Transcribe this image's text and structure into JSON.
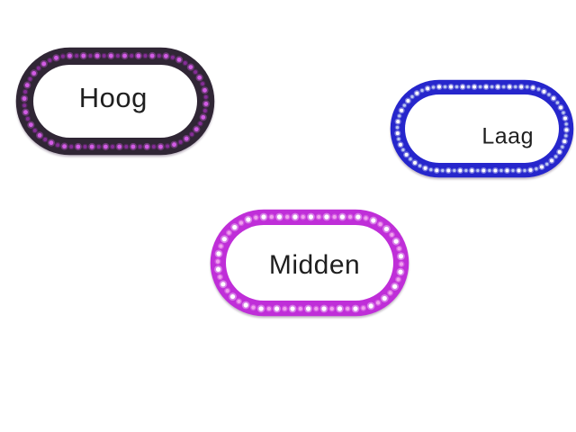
{
  "app": {
    "name": "quiz-game-stage",
    "background_color": "#ffffff",
    "text_color": "#1f1f1f"
  },
  "buttons": [
    {
      "id": "hoog",
      "label": "Hoog",
      "ring_color": "#302635",
      "dot_bright_color": "#d35ce6",
      "dot_dim_color": "#862d98",
      "fill_color": "#ffffff"
    },
    {
      "id": "laag",
      "label": "Laag",
      "ring_color": "#2626cc",
      "dot_bright_color": "#ffffff",
      "dot_dim_color": "#bcc8f0",
      "fill_color": "#ffffff"
    },
    {
      "id": "midden",
      "label": "Midden",
      "ring_color": "#bf2ed8",
      "dot_bright_color": "#ffffff",
      "dot_dim_color": "#f0a0ee",
      "fill_color": "#ffffff"
    }
  ]
}
